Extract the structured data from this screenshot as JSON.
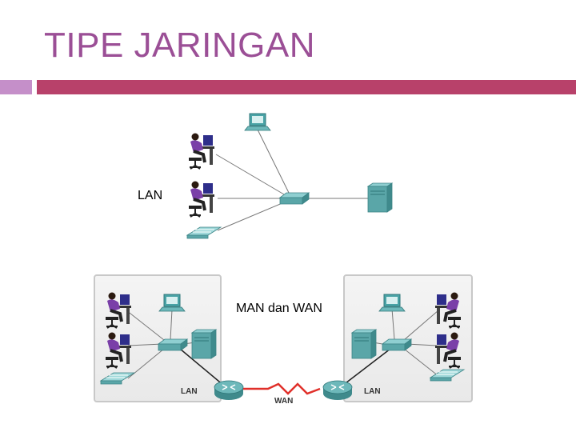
{
  "slide": {
    "title": "TIPE JARINGAN",
    "label_lan": "LAN",
    "label_man_wan": "MAN dan WAN"
  },
  "diagram": {
    "left_box_label": "LAN",
    "right_box_label": "LAN",
    "link_label": "WAN",
    "colors": {
      "title": "#9b4f96",
      "accent_bar": "#b8416a",
      "accent_bar_small": "#c58fc9",
      "device": "#5aa6a8",
      "wan_link": "#e0302a"
    }
  }
}
